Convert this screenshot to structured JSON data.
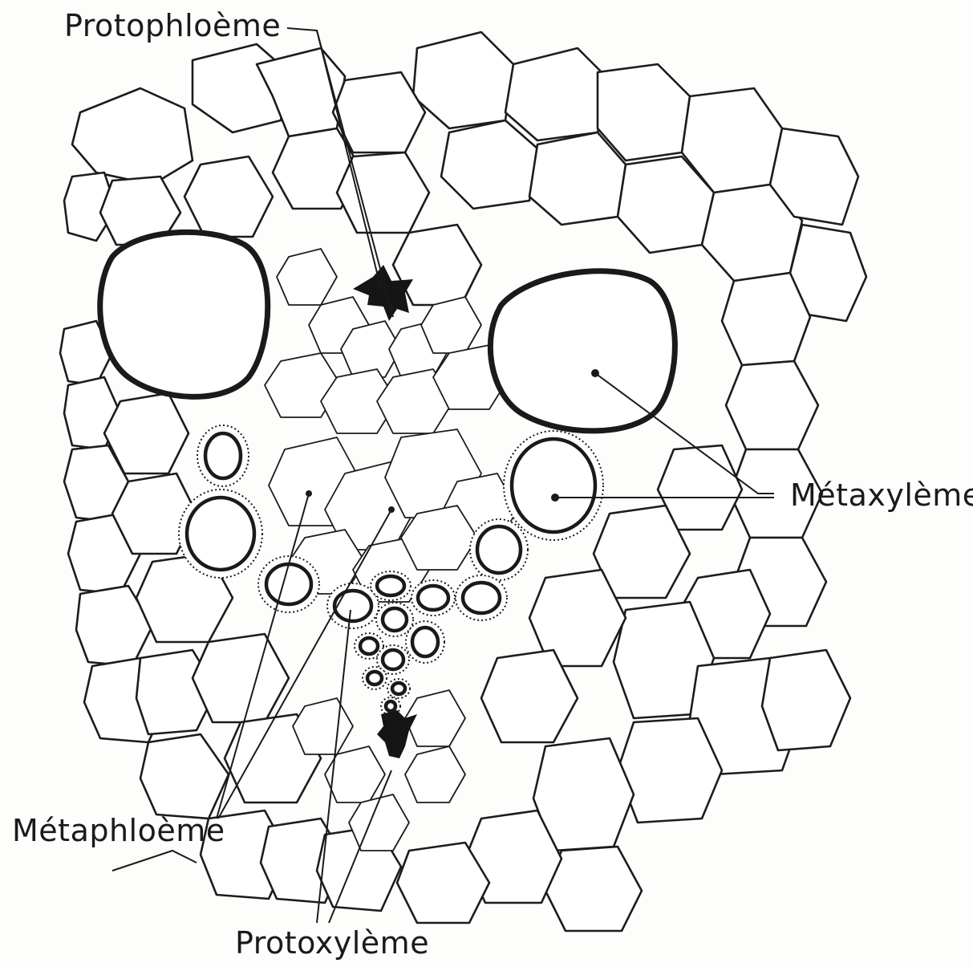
{
  "diagram": {
    "labels": {
      "protophloeme": "Protophloème",
      "metaxyleme": "Métaxylème",
      "metaphloeme": "Métaphloème",
      "protoxyleme": "Protoxylème"
    }
  }
}
